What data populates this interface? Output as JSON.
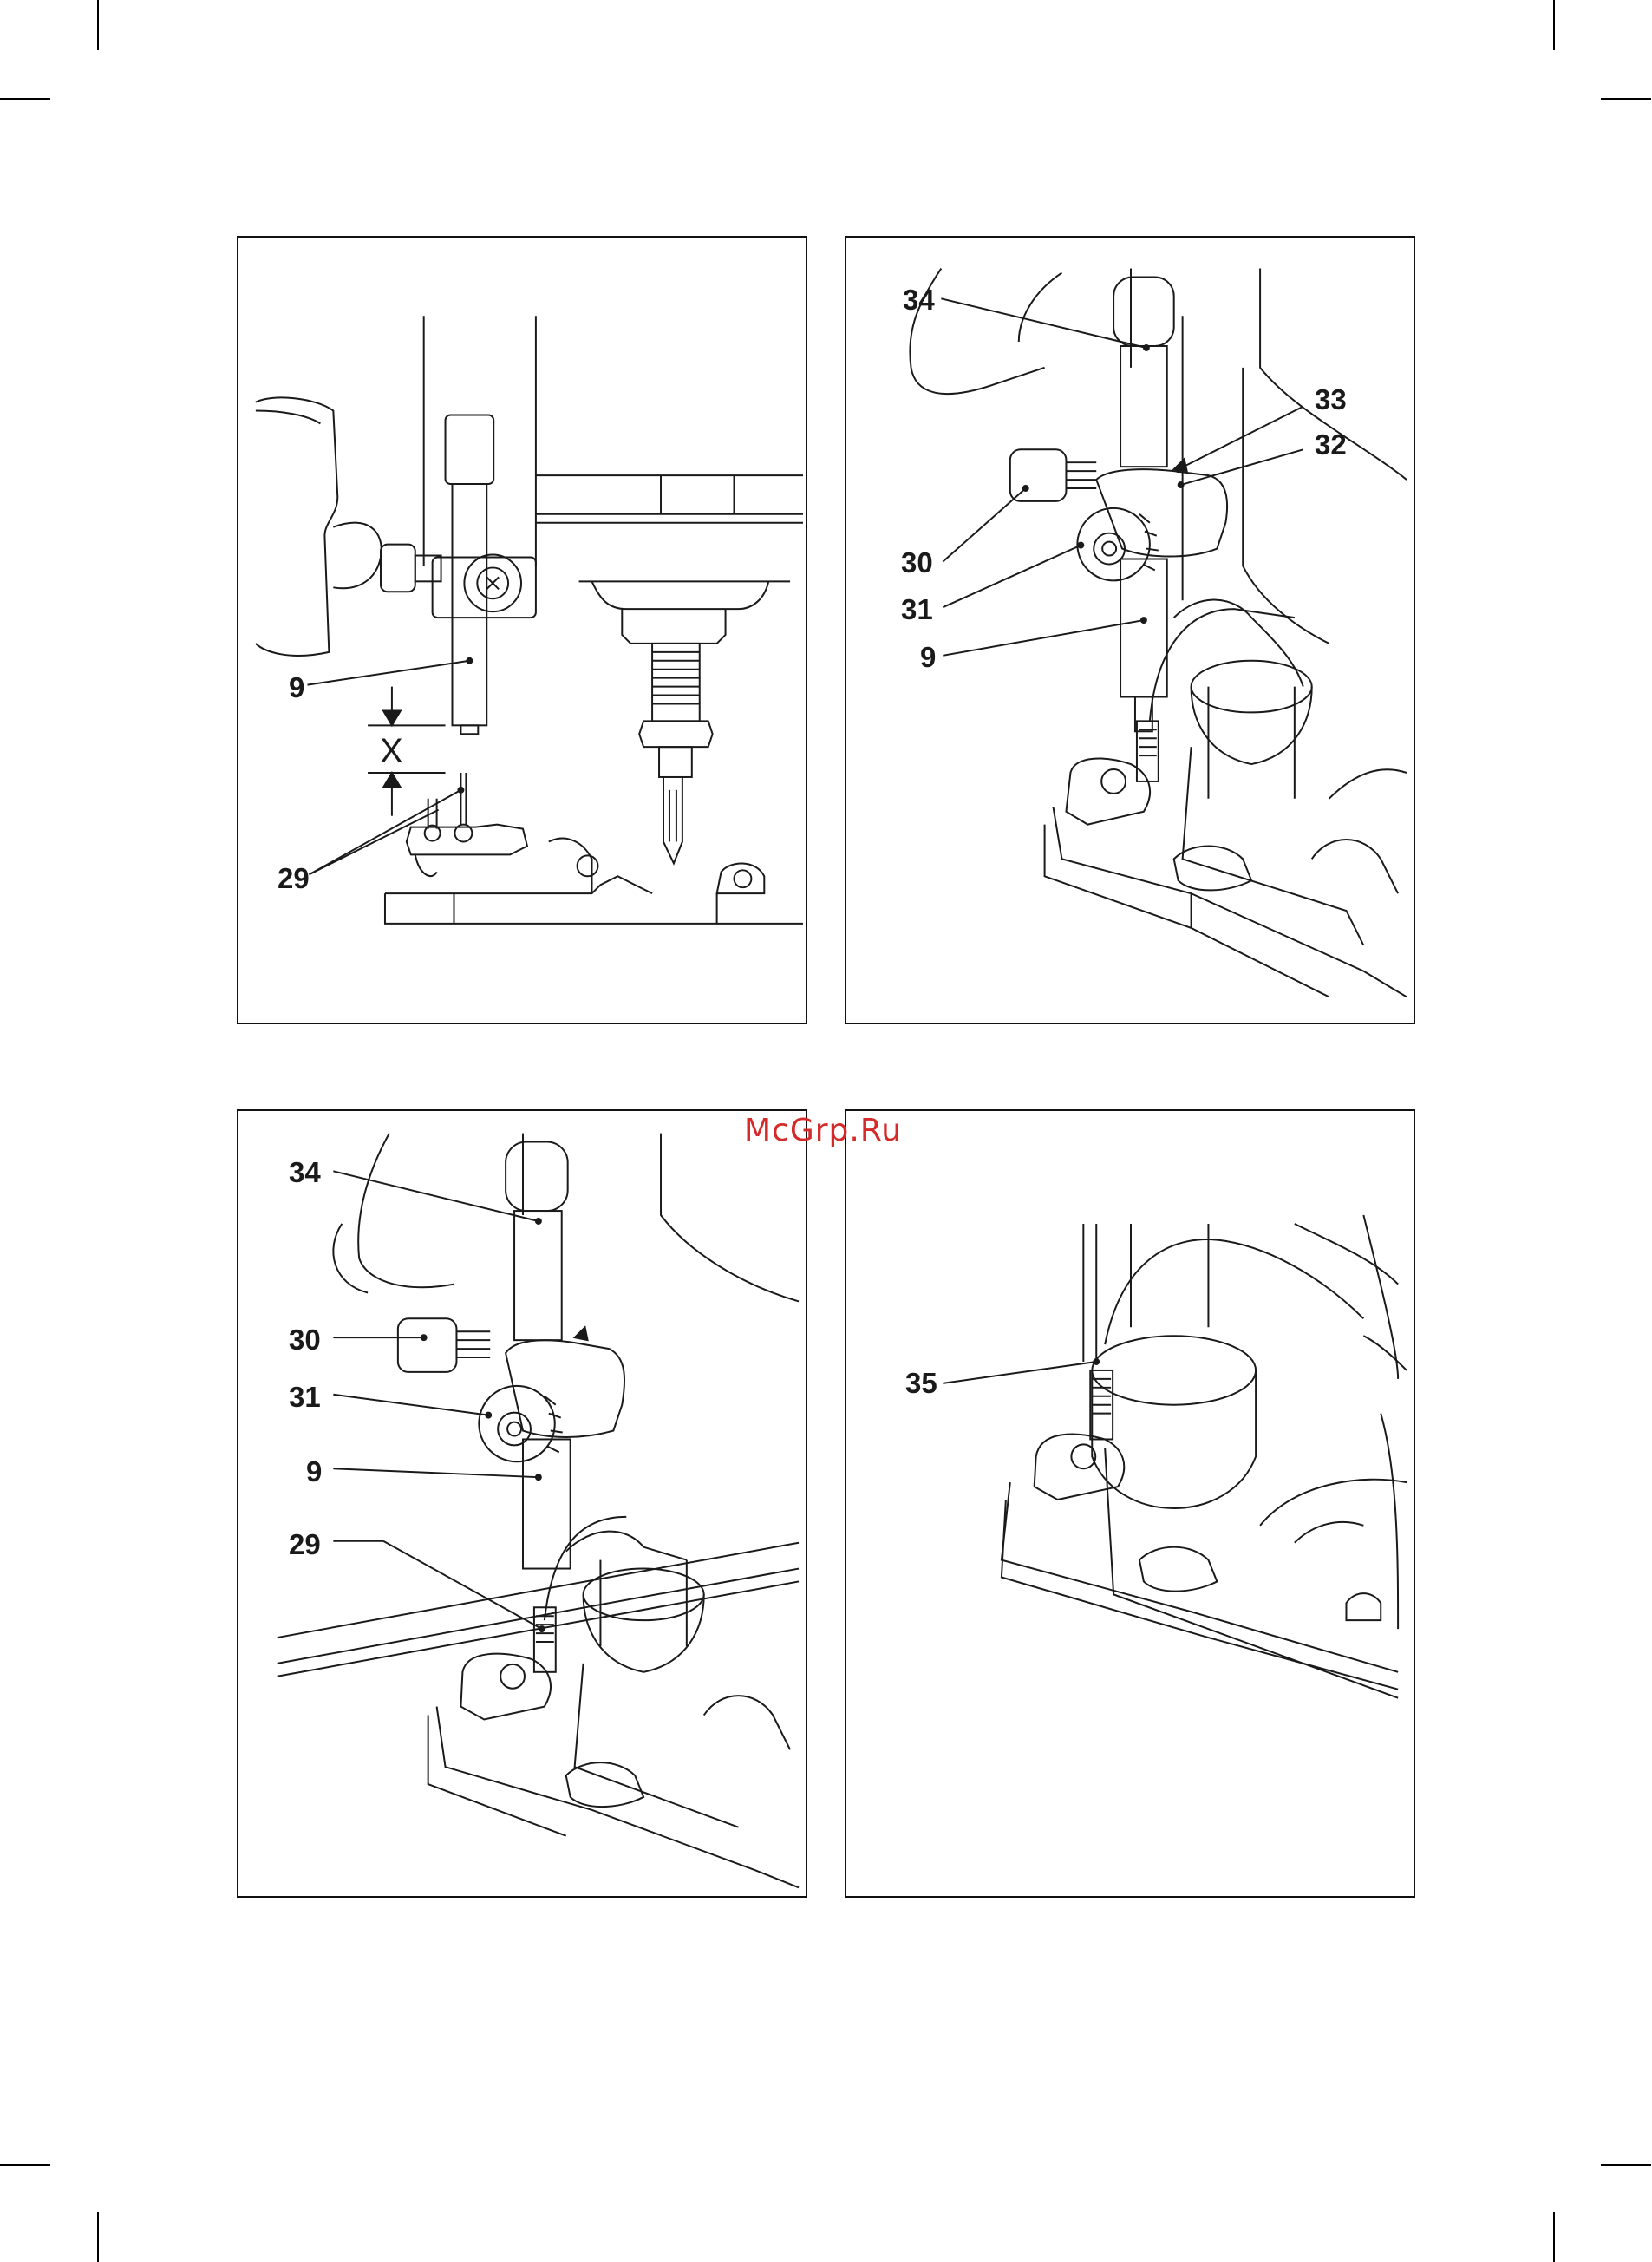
{
  "watermark": "McGrp.Ru",
  "colors": {
    "line": "#1a1a1a",
    "label": "#1a1a1a",
    "watermark": "#d42a2a"
  },
  "figures": [
    {
      "id": "A",
      "labels": {
        "l9": "9",
        "lx": "X",
        "l29": "29"
      }
    },
    {
      "id": "B",
      "labels": {
        "l34": "34",
        "l33": "33",
        "l32": "32",
        "l30": "30",
        "l31": "31",
        "l9": "9"
      }
    },
    {
      "id": "C",
      "labels": {
        "l34": "34",
        "l30": "30",
        "l31": "31",
        "l9": "9",
        "l29": "29"
      }
    },
    {
      "id": "D",
      "labels": {
        "l35": "35"
      }
    }
  ]
}
